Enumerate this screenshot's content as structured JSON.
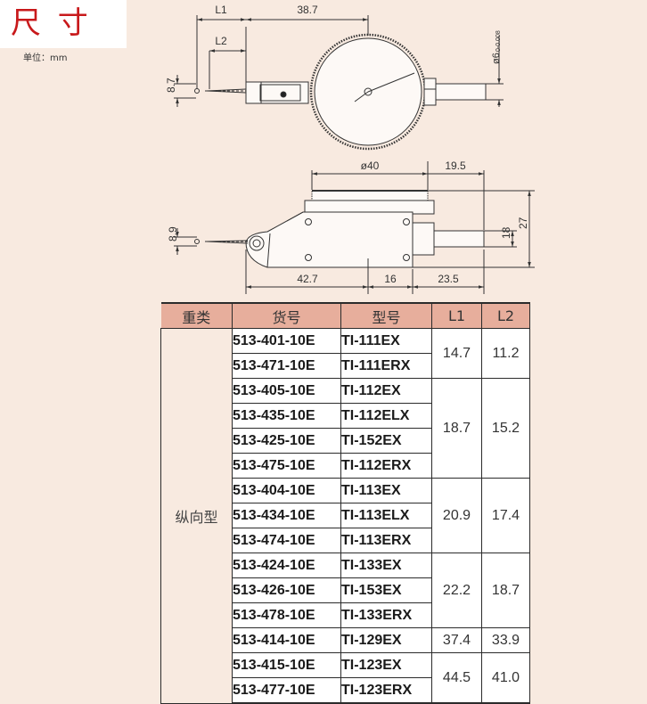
{
  "header": {
    "title": "尺 寸",
    "unit": "单位：mm"
  },
  "drawing_top": {
    "l1": "L1",
    "l2": "L2",
    "len": "38.7",
    "h": "8.7",
    "dia": "ø6",
    "dia_tol": "0-0.008"
  },
  "drawing_side": {
    "dial_dia": "ø40",
    "right_w": "19.5",
    "h8_9": "8.9",
    "h18": "18",
    "h27": "27",
    "w42_7": "42.7",
    "w16": "16",
    "w23_5": "23.5"
  },
  "table": {
    "headers": [
      "重类",
      "货号",
      "型号",
      "L1",
      "L2"
    ],
    "category": "纵向型",
    "rows": [
      {
        "code": "513-401-10E",
        "model": "TI-111EX"
      },
      {
        "code": "513-471-10E",
        "model": "TI-111ERX"
      },
      {
        "code": "513-405-10E",
        "model": "TI-112EX"
      },
      {
        "code": "513-435-10E",
        "model": "TI-112ELX"
      },
      {
        "code": "513-425-10E",
        "model": "TI-152EX"
      },
      {
        "code": "513-475-10E",
        "model": "TI-112ERX"
      },
      {
        "code": "513-404-10E",
        "model": "TI-113EX"
      },
      {
        "code": "513-434-10E",
        "model": "TI-113ELX"
      },
      {
        "code": "513-474-10E",
        "model": "TI-113ERX"
      },
      {
        "code": "513-424-10E",
        "model": "TI-133EX"
      },
      {
        "code": "513-426-10E",
        "model": "TI-153EX"
      },
      {
        "code": "513-478-10E",
        "model": "TI-133ERX"
      },
      {
        "code": "513-414-10E",
        "model": "TI-129EX"
      },
      {
        "code": "513-415-10E",
        "model": "TI-123EX"
      },
      {
        "code": "513-477-10E",
        "model": "TI-123ERX"
      }
    ],
    "groups": [
      {
        "l1": "14.7",
        "l2": "11.2"
      },
      {
        "l1": "18.7",
        "l2": "15.2"
      },
      {
        "l1": "20.9",
        "l2": "17.4"
      },
      {
        "l1": "22.2",
        "l2": "18.7"
      },
      {
        "l1": "37.4",
        "l2": "33.9"
      },
      {
        "l1": "44.5",
        "l2": "41.0"
      }
    ]
  }
}
